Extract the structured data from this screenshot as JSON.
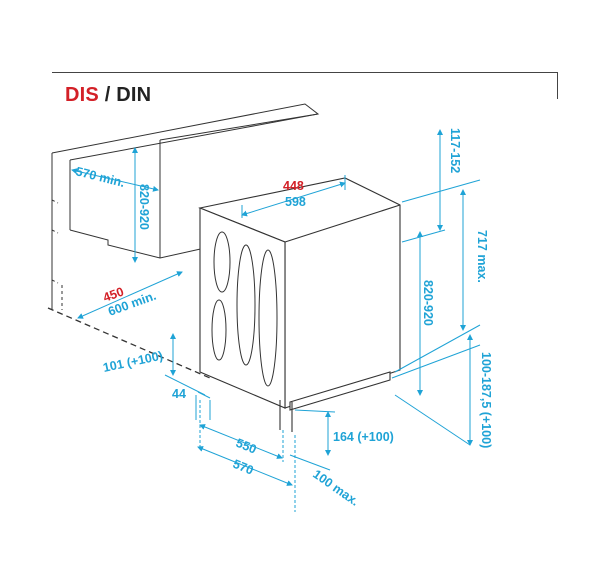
{
  "header": {
    "brand_left": "DIS",
    "separator": "/",
    "brand_right": "DIN"
  },
  "colors": {
    "dimension": "#1fa3d6",
    "highlight": "#d32027",
    "outline": "#333333"
  },
  "dimensions": {
    "niche_depth": "570 min.",
    "niche_height": "820-920",
    "niche_width_red": "450",
    "niche_width": "600 min.",
    "appliance_width_red": "448",
    "appliance_width": "598",
    "top_gap": "117-152",
    "max_height": "717 max.",
    "appliance_height": "820-920",
    "plinth_height": "100-187,5 (+100)",
    "door_offset": "101 (+100)",
    "door_thickness": "44",
    "depth_550": "550",
    "depth_570": "570",
    "plinth_depth": "100 max.",
    "foot_height": "164 (+100)"
  }
}
